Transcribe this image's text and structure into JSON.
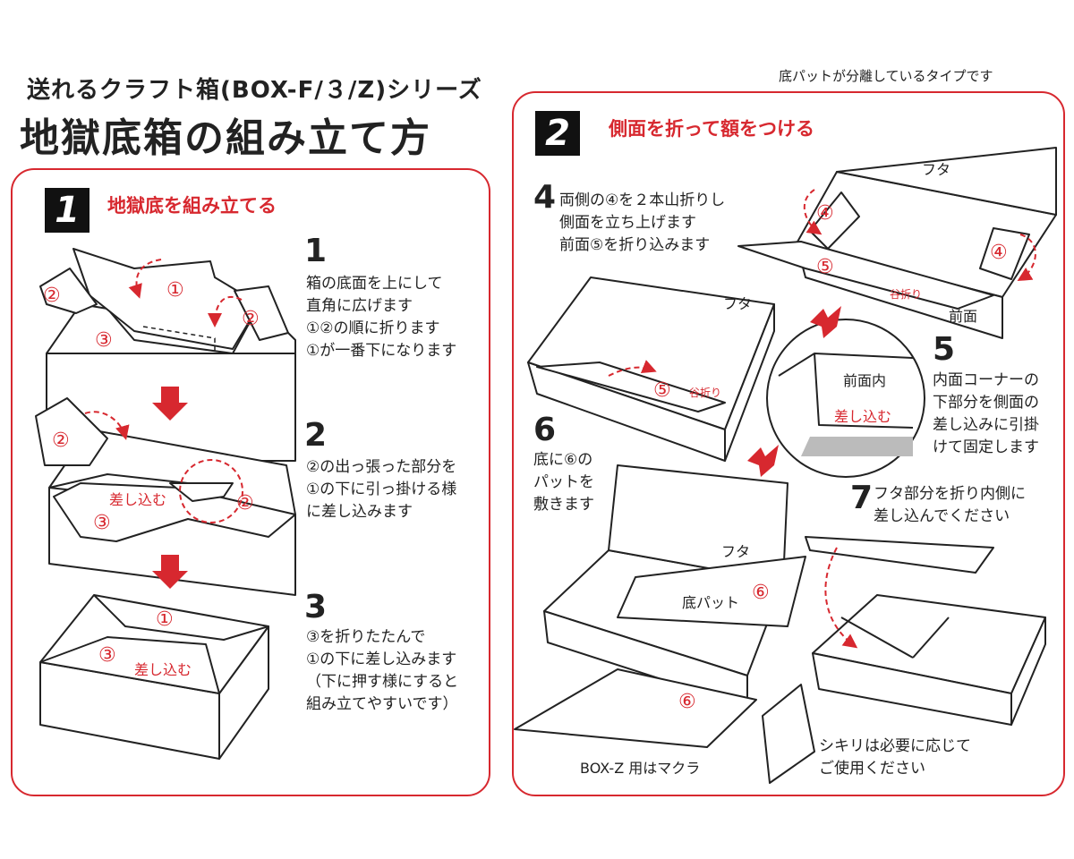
{
  "header": {
    "subtitle": "送れるクラフト箱(BOX-F/３/Z)シリーズ",
    "title": "地獄底箱の組み立て方",
    "note": "底パットが分離しているタイプです"
  },
  "section1": {
    "badge": "1",
    "title": "地獄底を組み立てる",
    "steps": [
      {
        "num": "1",
        "text": "箱の底面を上にして\n直角に広げます\n①②の順に折ります\n①が一番下になります"
      },
      {
        "num": "2",
        "text": "②の出っ張った部分を\n①の下に引っ掛ける様\nに差し込みます"
      },
      {
        "num": "3",
        "text": "③を折りたたんで\n①の下に差し込みます\n（下に押す様にすると\n組み立てやすいです）"
      }
    ],
    "labels": {
      "insert": "差し込む",
      "c1": "①",
      "c2": "②",
      "c3": "③"
    }
  },
  "section2": {
    "badge": "2",
    "title": "側面を折って額をつける",
    "steps": [
      {
        "num": "4",
        "text": "両側の④を２本山折りし\n側面を立ち上げます\n前面⑤を折り込みます"
      },
      {
        "num": "5",
        "text": "内面コーナーの\n下部分を側面の\n差し込みに引掛\nけて固定します"
      },
      {
        "num": "6",
        "text": "底に⑥の\nパットを\n敷きます"
      },
      {
        "num": "7",
        "text": "フタ部分を折り内側に\n差し込んでください"
      }
    ],
    "labels": {
      "futa": "フタ",
      "front": "前面",
      "valley": "谷折り",
      "front_inner": "前面内",
      "insert": "差し込む",
      "pad": "底パット",
      "boxz": "BOX-Z 用はマクラ",
      "divider": "シキリは必要に応じて\nご使用ください",
      "c4": "④",
      "c5": "⑤",
      "c6": "⑥"
    }
  }
}
